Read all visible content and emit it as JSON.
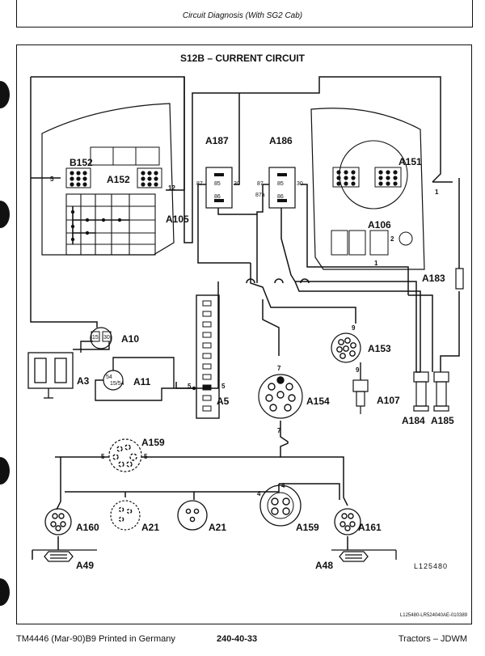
{
  "header": {
    "text": "Circuit Diagnosis (With SG2 Cab)"
  },
  "diagram": {
    "title": "S12B – CURRENT CIRCUIT",
    "ref_id": "L125480",
    "source_code": "L125480-LR524040AE-010389",
    "components": {
      "b152": "B152",
      "a152": "A152",
      "a105": "A105",
      "a187": "A187",
      "a186": "A186",
      "a151": "A151",
      "a106": "A106",
      "a183": "A183",
      "a10": "A10",
      "a3": "A3",
      "a11": "A11",
      "a5": "A5",
      "a153": "A153",
      "a154": "A154",
      "a107": "A107",
      "a184": "A184",
      "a185": "A185",
      "a159_top": "A159",
      "a160": "A160",
      "a21_left": "A21",
      "a21_right": "A21",
      "a159_bottom": "A159",
      "a161": "A161",
      "a49": "A49",
      "a48": "A48"
    },
    "wire_numbers": {
      "w5_left": "5",
      "w12": "12",
      "w1_right": "1",
      "w2": "2",
      "w1_a106": "1",
      "w9_top": "9",
      "w9_bottom": "9",
      "w7_top": "7",
      "w7_bottom": "7",
      "w5_a5": "5",
      "w5_a5b": "5",
      "w5_a159l": "5",
      "w5_a159r": "5",
      "w4_mid": "4",
      "w4_a159": "4"
    },
    "relay_pins": {
      "a187": {
        "p85": "85",
        "p86": "86",
        "p87": "87",
        "p30": "30"
      },
      "a186": {
        "p85": "85",
        "p86": "86",
        "p87": "87",
        "p87a": "87a",
        "p30": "30"
      }
    },
    "switch_pins": {
      "a10_15": "15",
      "a10_30": "30",
      "a11_54": "54",
      "a11_15": "15/54"
    }
  },
  "footer": {
    "left": "TM4446 (Mar-90)B9 Printed in Germany",
    "center": "240-40-33",
    "right": "Tractors – JDWM"
  }
}
